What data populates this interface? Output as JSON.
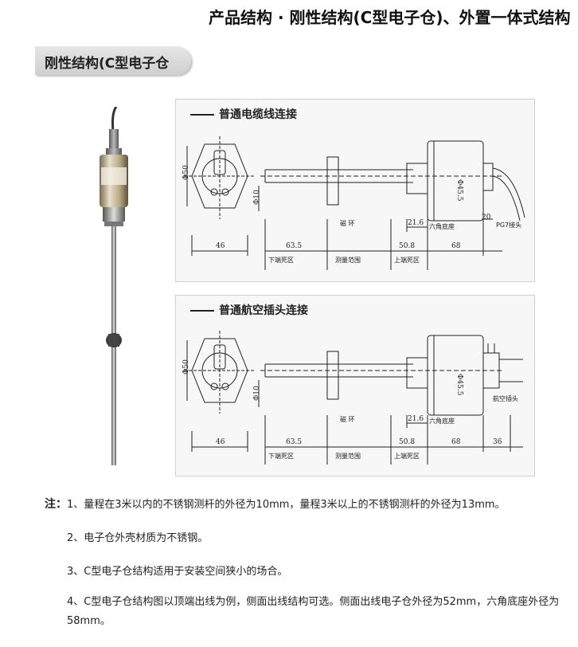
{
  "header": {
    "title": "产品结构 · 刚性结构(C型电子仓)、外置一体式结构"
  },
  "section": {
    "tab_label": "刚性结构(C型电子仓"
  },
  "diagrams": [
    {
      "heading": "普通电缆线连接",
      "labels": {
        "phi50": "Φ50",
        "phi10": "Φ10",
        "phi455": "Φ45.5",
        "magnet_ring": "磁 环",
        "hex_base": "六角底座",
        "connector": "PG7接头",
        "w46": "46",
        "d635": "63.5",
        "d508": "50.8",
        "d68": "68",
        "d216": "21.6",
        "d20": "20",
        "lower_dead_zone": "下端死区",
        "measuring_range": "测量范围",
        "upper_dead_zone": "上端死区"
      }
    },
    {
      "heading": "普通航空插头连接",
      "labels": {
        "phi50": "Φ50",
        "phi10": "Φ10",
        "phi455": "Φ45.5",
        "magnet_ring": "磁 环",
        "hex_base": "六角底座",
        "connector": "航空插头",
        "w46": "46",
        "d635": "63.5",
        "d508": "50.8",
        "d68": "68",
        "d216": "21.6",
        "d36": "36",
        "lower_dead_zone": "下端死区",
        "measuring_range": "测量范围",
        "upper_dead_zone": "上端死区"
      }
    }
  ],
  "notes": {
    "label": "注：",
    "items": [
      "1、量程在3米以内的不锈钢测杆的外径为10mm，量程3米以上的不锈钢测杆的外径为13mm。",
      "2、电子仓外壳材质为不锈钢。",
      "3、C型电子仓结构适用于安装空间狭小的场合。",
      "4、C型电子仓结构图以顶端出线为例，侧面出线结构可选。侧面出线电子仓外径为52mm，六角底座外径为58mm。"
    ]
  },
  "colors": {
    "panel_bg": "#f7f7f7",
    "line": "#222222",
    "metal_light": "#d9d9d9",
    "metal_dark": "#6b6b6b",
    "sensor_body": "#c9a24a"
  }
}
